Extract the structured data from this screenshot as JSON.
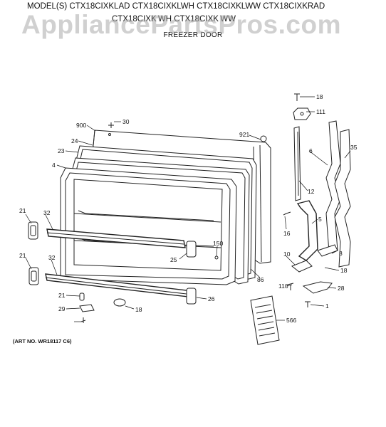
{
  "header": {
    "models_line1": "MODEL(S) CTX18CIXKLAD  CTX18CIXKLWH  CTX18CIXKLWW  CTX18CIXKRAD",
    "models_line2": "CTX18CIXK WH  CTX18CIXK WW",
    "section_title": "FREEZER DOOR"
  },
  "watermark": "AppliancePartsPros.com",
  "footer": {
    "art_number": "(ART NO. WR18117 C6)"
  },
  "callouts": [
    "18",
    "111",
    "30",
    "900",
    "921",
    "24",
    "23",
    "6",
    "35",
    "4",
    "12",
    "21",
    "32",
    "5",
    "16",
    "150",
    "10",
    "8",
    "21",
    "32",
    "25",
    "86",
    "18",
    "110",
    "28",
    "21",
    "26",
    "29",
    "18",
    "1",
    "566"
  ]
}
